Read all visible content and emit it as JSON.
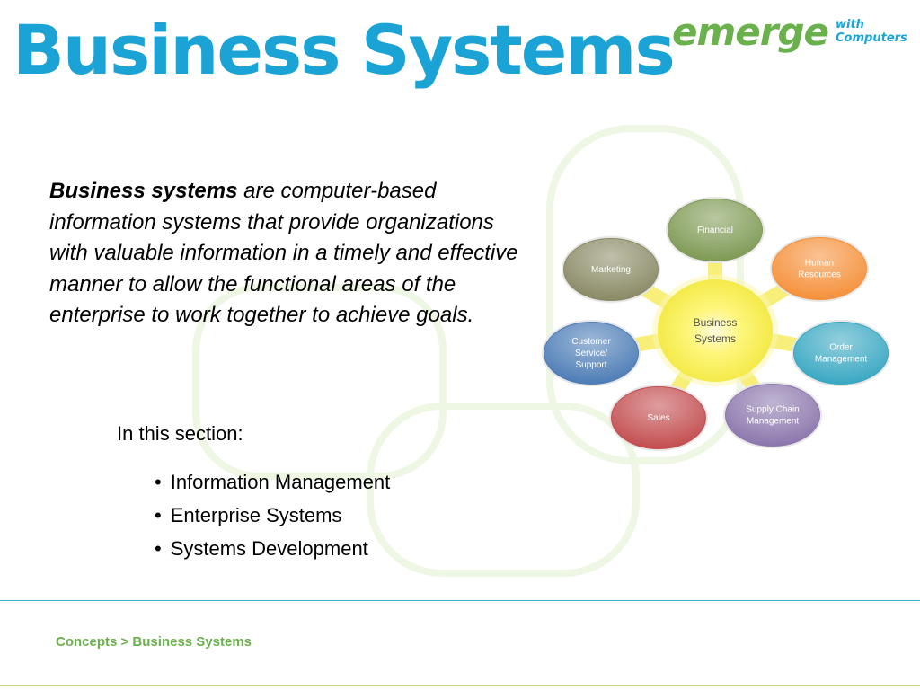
{
  "slide": {
    "title": "Business Systems",
    "description_term": "Business systems",
    "description_rest": " are computer-based information systems that provide organizations with valuable information in a timely and effective manner to allow the functional areas of the enterprise to work together to achieve goals.",
    "section_label": "In this section:",
    "bullets": [
      "Information Management",
      "Enterprise Systems",
      "Systems Development"
    ],
    "footer": "Concepts > Business Systems"
  },
  "logo": {
    "main": "emerge",
    "sub_line1": "with",
    "sub_line2": "Computers"
  },
  "colors": {
    "title": "#1aa3d4",
    "logo_green": "#6ab04c",
    "footer_green": "#6ab04c",
    "line_teal": "#3bb3c3"
  },
  "diagram": {
    "center": "Business Systems",
    "nodes": [
      {
        "label": "Financial",
        "color": "#7f9a55"
      },
      {
        "label": "Human Resources",
        "color": "#f5913b"
      },
      {
        "label": "Order Management",
        "color": "#3aa8c2"
      },
      {
        "label": "Supply Chain Management",
        "color": "#8c77ad"
      },
      {
        "label": "Sales",
        "color": "#c34e50"
      },
      {
        "label": "Customer Service/ Support",
        "color": "#4d7db6"
      },
      {
        "label": "Marketing",
        "color": "#8a8a66"
      }
    ]
  }
}
